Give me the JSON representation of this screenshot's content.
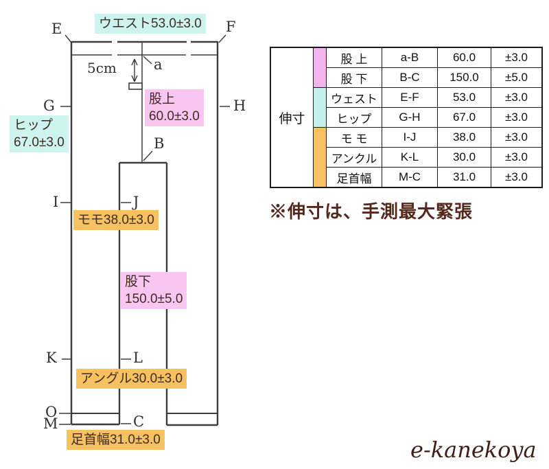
{
  "diagram": {
    "waist_label": "ウエスト53.0±3.0",
    "rise_label_line1": "股上",
    "rise_label_line2": "60.0±3.0",
    "hip_label_line1": "ヒップ",
    "hip_label_line2": "67.0±3.0",
    "thigh_label": "モモ38.0±3.0",
    "inseam_label_line1": "股下",
    "inseam_label_line2": "150.0±5.0",
    "ankle_label": "アングル30.0±3.0",
    "ankle_width_label": "足首幅31.0±3.0",
    "arrow_label": "5cm",
    "points": {
      "E": "E",
      "F": "F",
      "a": "a",
      "G": "G",
      "H": "H",
      "B": "B",
      "I": "I",
      "J": "J",
      "K": "K",
      "L": "L",
      "O": "O",
      "M": "M",
      "C": "C"
    }
  },
  "table": {
    "header_col": "伸寸",
    "rows": [
      {
        "label": "股 上",
        "code": "a-B",
        "value": "60.0",
        "tol": "±3.0"
      },
      {
        "label": "股 下",
        "code": "B-C",
        "value": "150.0",
        "tol": "±5.0"
      },
      {
        "label": "ウェスト",
        "code": "E-F",
        "value": "53.0",
        "tol": "±3.0"
      },
      {
        "label": "ヒップ",
        "code": "G-H",
        "value": "67.0",
        "tol": "±3.0"
      },
      {
        "label": "モ モ",
        "code": "I-J",
        "value": "38.0",
        "tol": "±3.0"
      },
      {
        "label": "アンクル",
        "code": "K-L",
        "value": "30.0",
        "tol": "±3.0"
      },
      {
        "label": "足首幅",
        "code": "M-C",
        "value": "31.0",
        "tol": "±3.0"
      }
    ]
  },
  "note": "※伸寸は、手測最大緊張",
  "watermark": "e-kanekoya",
  "colors": {
    "pink_label": "#f9c6f1",
    "cyan_label": "#cdf4ef",
    "orange_label": "#f5c161",
    "pink_strip": "#f3b4ed",
    "cyan_strip": "#c3f0e9",
    "orange_strip": "#f5c161",
    "line": "#3b3b3b"
  }
}
